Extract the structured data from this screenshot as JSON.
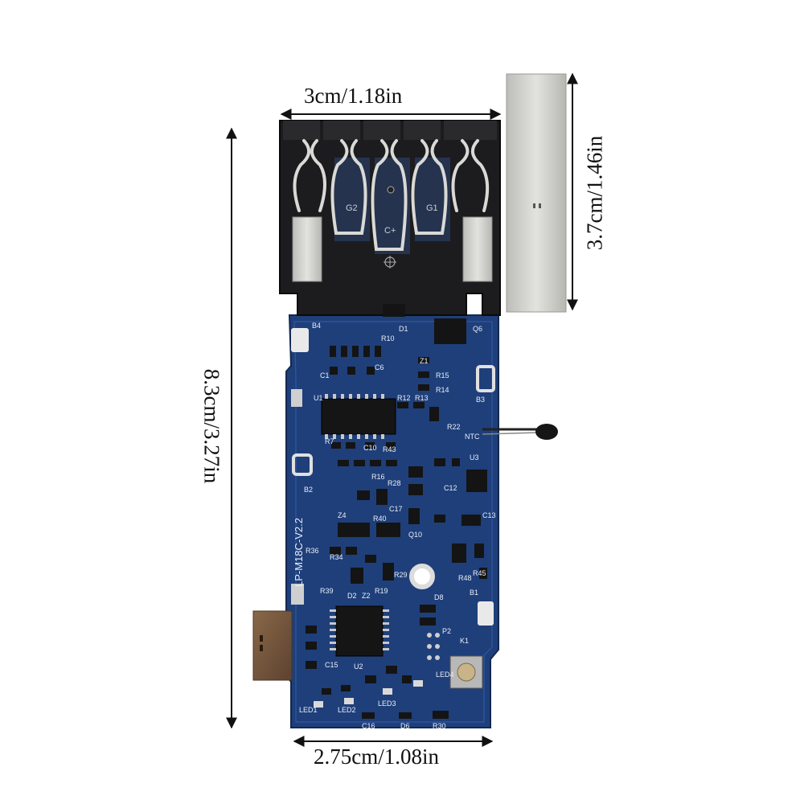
{
  "dimensions": {
    "top_width": "3cm/1.18in",
    "bottom_width": "2.75cm/1.08in",
    "left_height": "8.3cm/3.27in",
    "right_height": "3.7cm/1.46in"
  },
  "board": {
    "model_label": "LP-M18C-V2.2",
    "connector_labels": [
      "G2",
      "C+",
      "G1"
    ],
    "silkscreen_labels": [
      "B4",
      "B3",
      "B2",
      "B1",
      "U1",
      "U2",
      "U3",
      "Q6",
      "Q10",
      "NTC",
      "K1",
      "P2",
      "R7",
      "R10",
      "R12",
      "R13",
      "R14",
      "R15",
      "R16",
      "R19",
      "R22",
      "R28",
      "R29",
      "R30",
      "R34",
      "R36",
      "R39",
      "R40",
      "R43",
      "R45",
      "R48",
      "C1",
      "C6",
      "C10",
      "C12",
      "C13",
      "C15",
      "C16",
      "C17",
      "D1",
      "D2",
      "D6",
      "D8",
      "Z1",
      "Z2",
      "Z4",
      "LED1",
      "LED2",
      "LED3",
      "LED4"
    ],
    "colors": {
      "pcb": "#1f3f7a",
      "pcb_dark": "#172f5c",
      "housing": "#1c1c1e",
      "nickel": "#cfcfcc",
      "copper": "#7a5a3e"
    }
  }
}
